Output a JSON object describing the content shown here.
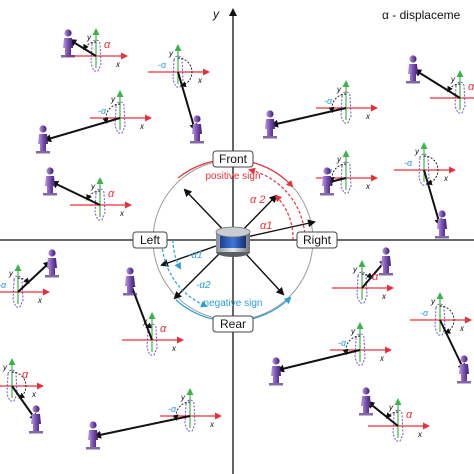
{
  "legend": {
    "text": "α - displaceme"
  },
  "axes": {
    "y_label": "y"
  },
  "center": {
    "front_label": "Front",
    "rear_label": "Rear",
    "left_label": "Left",
    "right_label": "Right",
    "positive_text": "positive sign",
    "negative_text": "negative sign",
    "alpha1": "α1",
    "alpha2": "α 2",
    "neg_alpha1": "-α1",
    "neg_alpha2": "-α2"
  },
  "vignettes": {
    "x_label": "x",
    "y_label": "y",
    "alpha_label": "α",
    "neg_alpha_label": "-α"
  },
  "colors": {
    "axis": "#111111",
    "red": "#e8303a",
    "green": "#3bb54a",
    "blue": "#2a9fd6",
    "figure": "#7b4fb3",
    "figure_dark": "#4b2a80",
    "circle": "#9a9a9a"
  }
}
